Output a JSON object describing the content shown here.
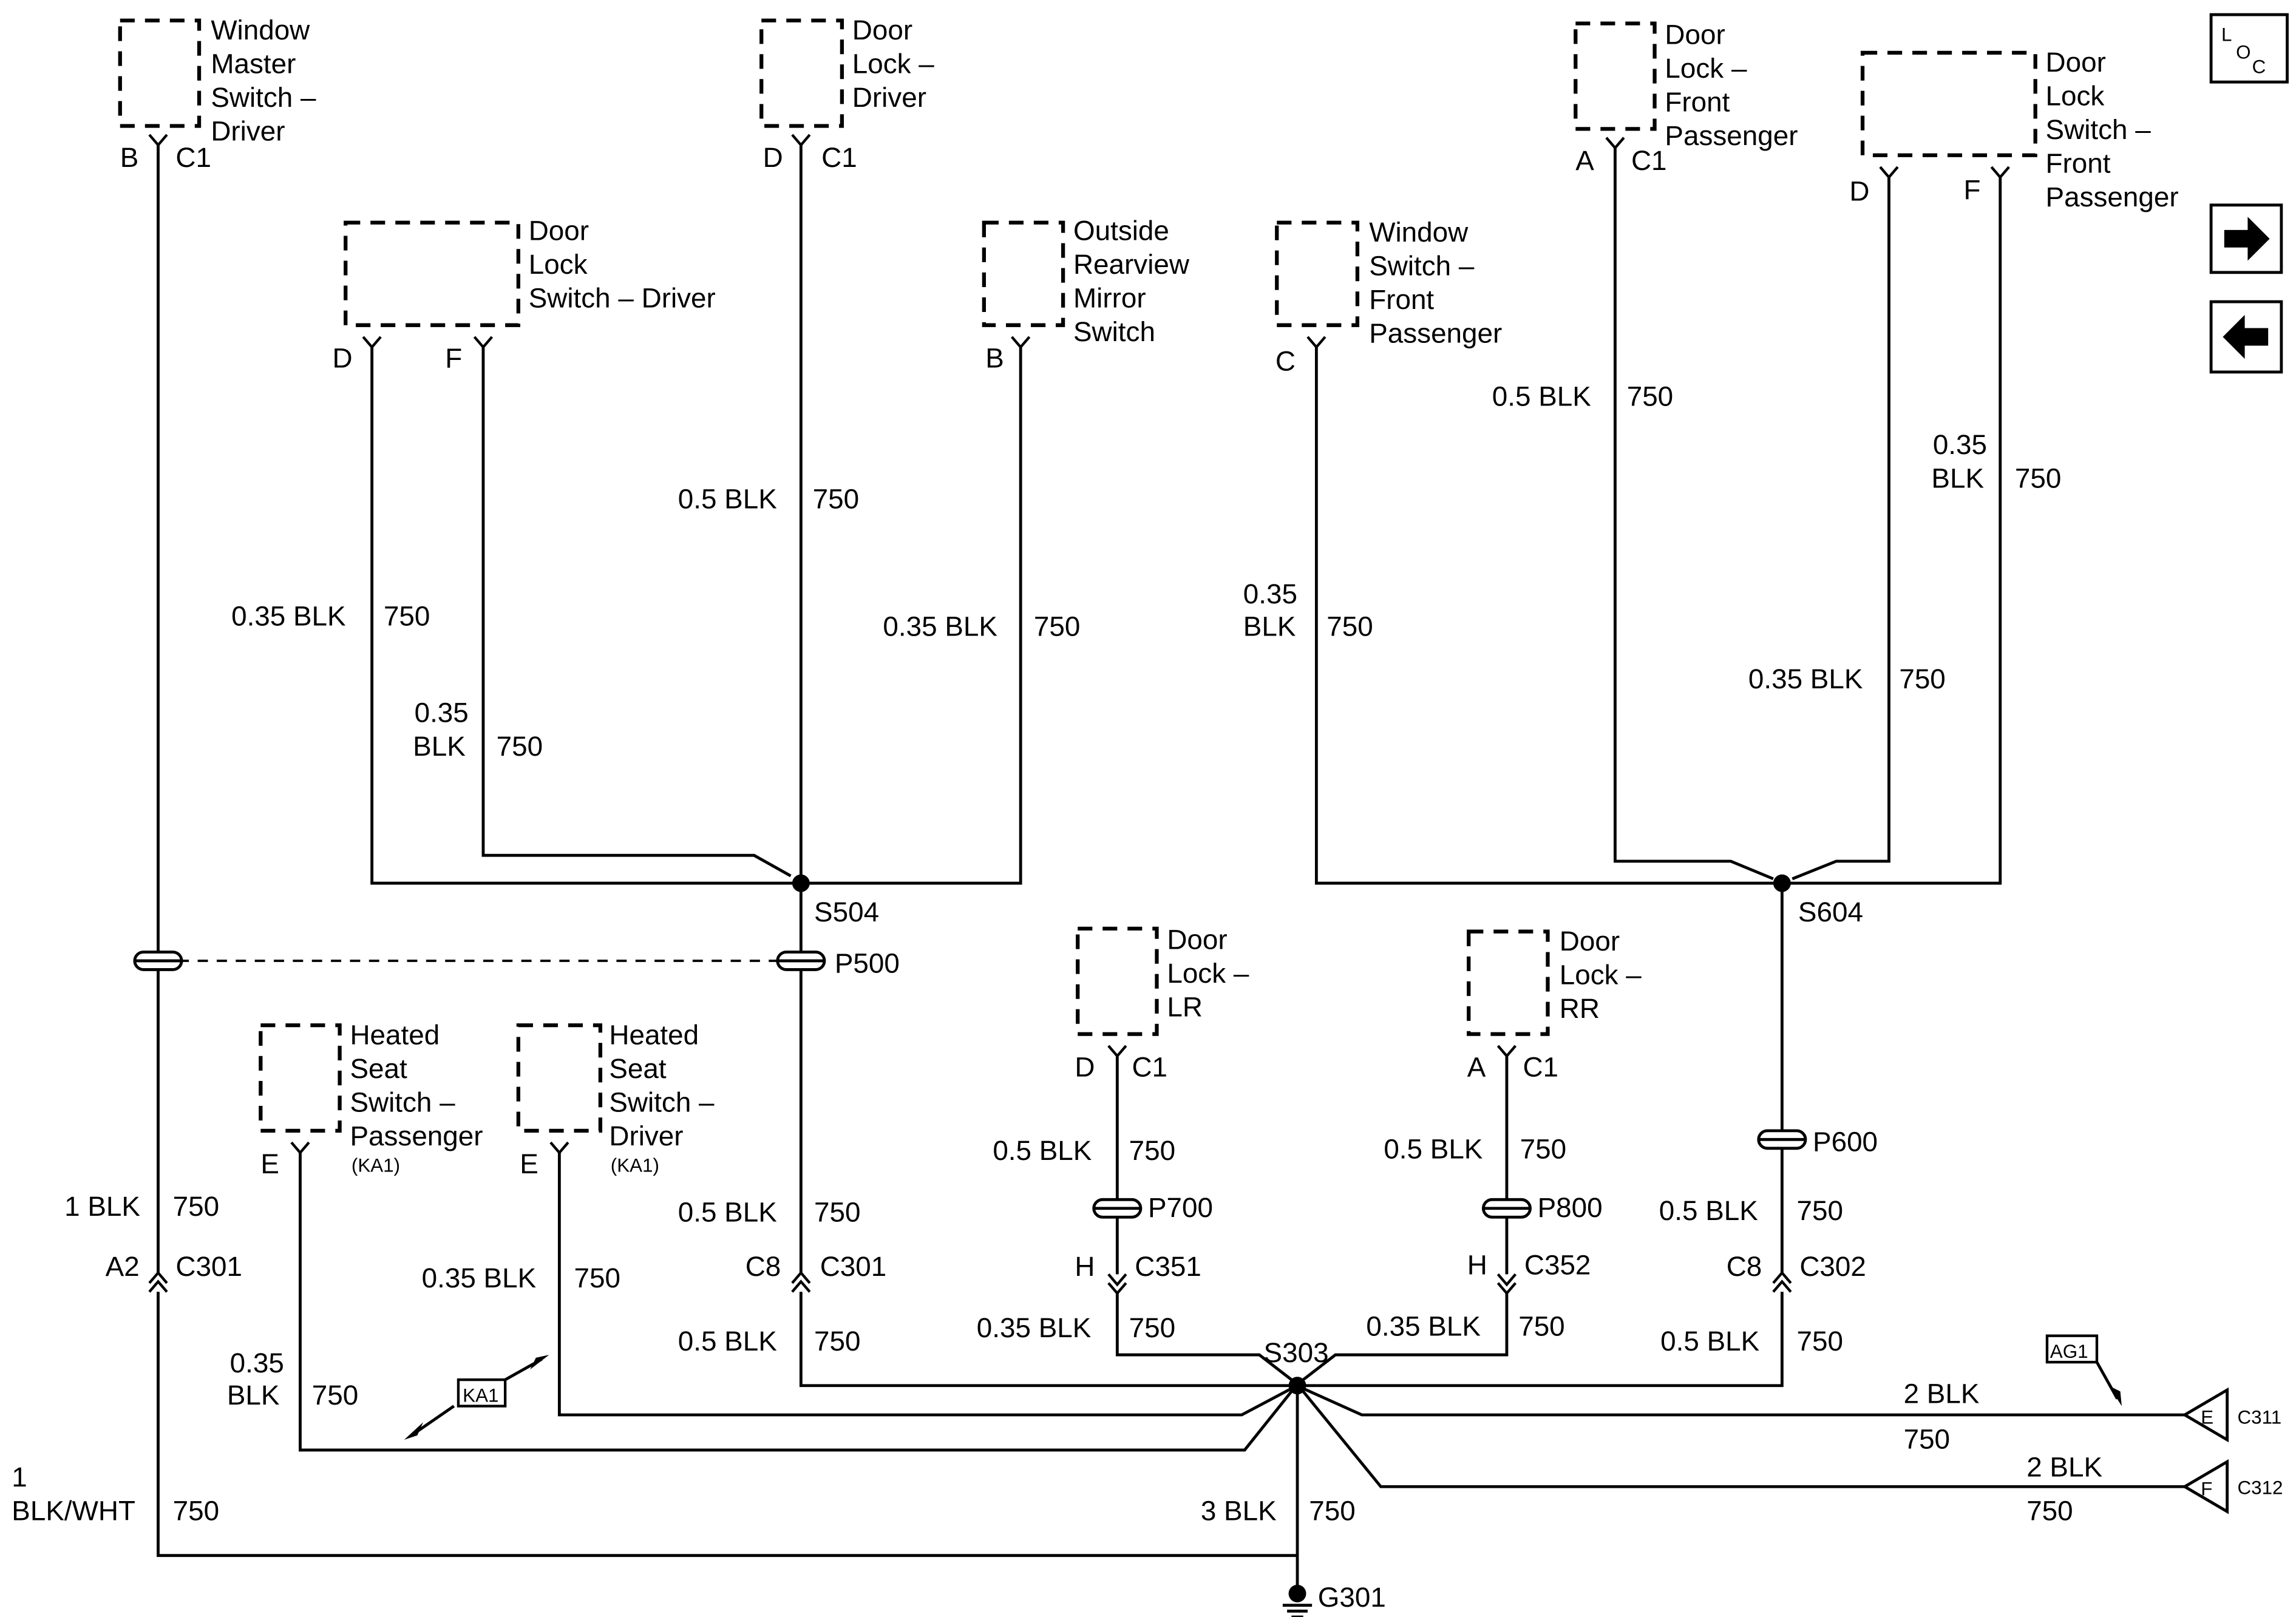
{
  "nav": {
    "loc_letters": [
      "L",
      "O",
      "C"
    ],
    "next_icon": "arrow-right-icon",
    "prev_icon": "arrow-left-icon"
  },
  "components": {
    "window_master_switch_driver": {
      "lines": [
        "Window",
        "Master",
        "Switch –",
        "Driver"
      ],
      "pins": [
        "B",
        "C1"
      ]
    },
    "door_lock_driver": {
      "lines": [
        "Door",
        "Lock –",
        "Driver"
      ],
      "pins": [
        "D",
        "C1"
      ]
    },
    "door_lock_switch_driver": {
      "lines": [
        "Door",
        "Lock",
        "Switch – Driver"
      ],
      "pins": [
        "D",
        "F"
      ]
    },
    "outside_rearview_mirror_switch": {
      "lines": [
        "Outside",
        "Rearview",
        "Mirror",
        "Switch"
      ],
      "pins": [
        "B"
      ]
    },
    "window_switch_front_passenger": {
      "lines": [
        "Window",
        "Switch –",
        "Front",
        "Passenger"
      ],
      "pins": [
        "C"
      ]
    },
    "door_lock_front_passenger": {
      "lines": [
        "Door",
        "Lock –",
        "Front",
        "Passenger"
      ],
      "pins": [
        "A",
        "C1"
      ]
    },
    "door_lock_switch_front_passenger": {
      "lines": [
        "Door",
        "Lock",
        "Switch –",
        "Front",
        "Passenger"
      ],
      "pins": [
        "D",
        "F"
      ]
    },
    "heated_seat_switch_passenger": {
      "lines": [
        "Heated",
        "Seat",
        "Switch –",
        "Passenger"
      ],
      "note": "(KA1)",
      "pins": [
        "E"
      ]
    },
    "heated_seat_switch_driver": {
      "lines": [
        "Heated",
        "Seat",
        "Switch –",
        "Driver"
      ],
      "note": "(KA1)",
      "pins": [
        "E"
      ]
    },
    "door_lock_lr": {
      "lines": [
        "Door",
        "Lock –",
        "LR"
      ],
      "pins": [
        "D",
        "C1"
      ]
    },
    "door_lock_rr": {
      "lines": [
        "Door",
        "Lock –",
        "RR"
      ],
      "pins": [
        "A",
        "C1"
      ]
    }
  },
  "wire_labels": {
    "w1": {
      "size": "0.5 BLK",
      "circuit": "750"
    },
    "w2": {
      "size": "0.35 BLK",
      "circuit": "750"
    },
    "w3": {
      "size_line1": "0.35",
      "size_line2": "BLK",
      "circuit": "750"
    },
    "w4": {
      "size": "0.35 BLK",
      "circuit": "750"
    },
    "w5": {
      "size_line1": "0.35",
      "size_line2": "BLK",
      "circuit": "750"
    },
    "w6": {
      "size": "0.5 BLK",
      "circuit": "750"
    },
    "w7": {
      "size_line1": "0.35",
      "size_line2": "BLK",
      "circuit": "750"
    },
    "w8": {
      "size": "0.35 BLK",
      "circuit": "750"
    },
    "w9": {
      "size": "1 BLK",
      "circuit": "750"
    },
    "w10": {
      "size": "0.5 BLK",
      "circuit": "750"
    },
    "w11": {
      "size": "0.5 BLK",
      "circuit": "750"
    },
    "w12": {
      "size": "0.5 BLK",
      "circuit": "750"
    },
    "w13": {
      "size": "0.5 BLK",
      "circuit": "750"
    },
    "w14": {
      "size": "0.35 BLK",
      "circuit": "750"
    },
    "w15": {
      "size_line1": "0.35",
      "size_line2": "BLK",
      "circuit": "750"
    },
    "w16": {
      "size": "0.5 BLK",
      "circuit": "750"
    },
    "w17": {
      "size": "0.35 BLK",
      "circuit": "750"
    },
    "w18": {
      "size": "0.35 BLK",
      "circuit": "750"
    },
    "w19": {
      "size": "0.5 BLK",
      "circuit": "750"
    },
    "w20": {
      "size": "2 BLK",
      "circuit": "750"
    },
    "w21": {
      "size": "2 BLK",
      "circuit": "750"
    },
    "w22": {
      "size": "3 BLK",
      "circuit": "750"
    },
    "w23": {
      "size_line1": "1",
      "size_line2": "BLK/WHT",
      "circuit": "750"
    }
  },
  "splices": [
    "S504",
    "S604",
    "S303"
  ],
  "ground": "G301",
  "pass_throughs": [
    "P500",
    "P600",
    "P700",
    "P800"
  ],
  "connectors": {
    "c301_a2": {
      "pin": "A2",
      "name": "C301"
    },
    "c301_c8": {
      "pin": "C8",
      "name": "C301"
    },
    "c351": {
      "pin": "H",
      "name": "C351"
    },
    "c352": {
      "pin": "H",
      "name": "C352"
    },
    "c302": {
      "pin": "C8",
      "name": "C302"
    },
    "c311": {
      "pin": "E",
      "name": "C311"
    },
    "c312": {
      "pin": "F",
      "name": "C312"
    }
  },
  "option_tags": [
    "KA1",
    "AG1"
  ]
}
